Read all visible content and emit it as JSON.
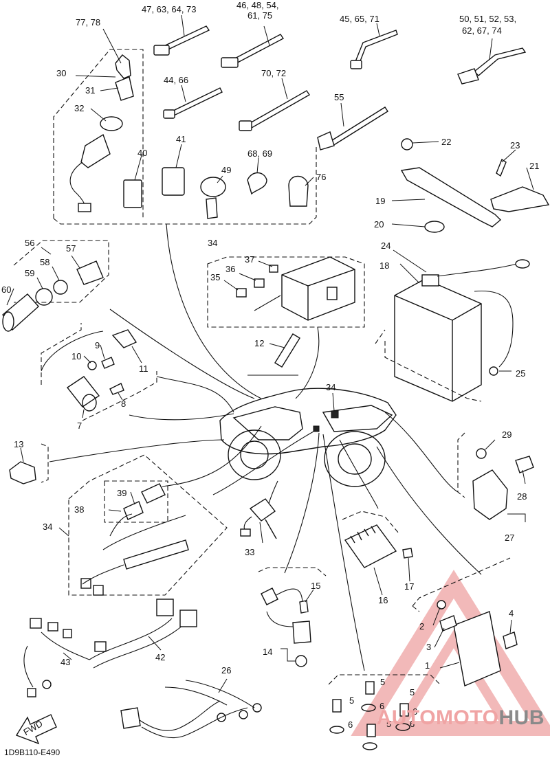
{
  "callouts": {
    "c1": "1",
    "c2": "2",
    "c3": "3",
    "c4": "4",
    "c5a": "5",
    "c5b": "5",
    "c5c": "5",
    "c5d": "5",
    "c6a": "6",
    "c6b": "6",
    "c6c": "6",
    "c6d": "6",
    "c7": "7",
    "c8": "8",
    "c9": "9",
    "c10": "10",
    "c11": "11",
    "c12": "12",
    "c13": "13",
    "c14": "14",
    "c15": "15",
    "c16": "16",
    "c17": "17",
    "c18": "18",
    "c19": "19",
    "c20": "20",
    "c21": "21",
    "c22": "22",
    "c23": "23",
    "c24": "24",
    "c25": "25",
    "c26": "26",
    "c27": "27",
    "c28": "28",
    "c29": "29",
    "c30": "30",
    "c31": "31",
    "c32": "32",
    "c33": "33",
    "c34a": "34",
    "c34b": "34",
    "c34c": "34",
    "c35": "35",
    "c36": "36",
    "c37": "37",
    "c38": "38",
    "c39": "39",
    "c40": "40",
    "c41": "41",
    "c42": "42",
    "c43": "43",
    "c44_66": "44, 66",
    "c45_65_71": "45, 65, 71",
    "c46_top": "46, 48, 54,",
    "c46_bot": "61, 75",
    "c47": "47, 63, 64, 73",
    "c49": "49",
    "c50_top": "50, 51, 52, 53,",
    "c50_bot": "62, 67, 74",
    "c55": "55",
    "c56": "56",
    "c57": "57",
    "c58": "58",
    "c59": "59",
    "c60": "60",
    "c68_69": "68, 69",
    "c70_72": "70, 72",
    "c76": "76",
    "c77_78": "77, 78"
  },
  "fwd_label": "FWD",
  "diagram_code": "1D9B110-E490",
  "watermark": {
    "part1": "AUTOMOTO",
    "part2": "HUB"
  },
  "colors": {
    "line": "#111111",
    "watermark_red": "#e88080",
    "watermark_gray": "#8a8a8a"
  }
}
